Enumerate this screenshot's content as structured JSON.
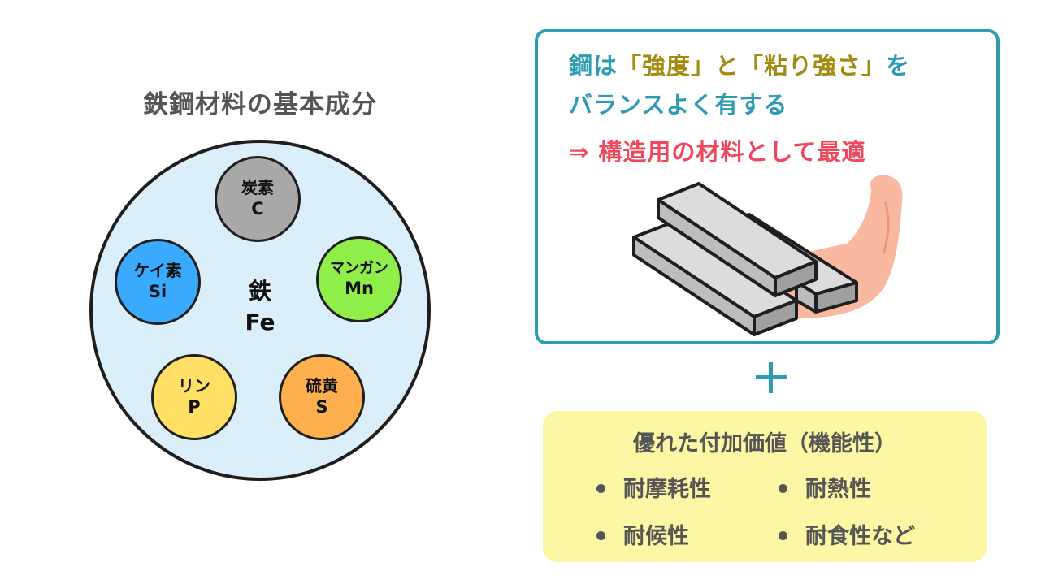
{
  "left": {
    "title": "鉄鋼材料の基本成分",
    "center": {
      "name": "鉄",
      "symbol": "Fe"
    },
    "elements": [
      {
        "name": "炭素",
        "symbol": "C",
        "color": "#a9a9a9"
      },
      {
        "name": "ケイ素",
        "symbol": "Si",
        "color": "#3aaaff"
      },
      {
        "name": "マンガン",
        "symbol": "Mn",
        "color": "#90ee4a"
      },
      {
        "name": "リン",
        "symbol": "P",
        "color": "#ffe064"
      },
      {
        "name": "硫黄",
        "symbol": "S",
        "color": "#ffb04e"
      }
    ]
  },
  "right_box": {
    "line1_prefix": "鋼は",
    "line1_hl": "「強度」と「粘り強さ」",
    "line1_suffix": "を",
    "line2": "バランスよく有する",
    "line3": "⇒ 構造用の材料として最適",
    "border_color": "#2d9bb2",
    "highlight_color": "#a38a10",
    "conclusion_color": "#f0485a"
  },
  "plus_symbol": "+",
  "function_box": {
    "title": "優れた付加価値（機能性）",
    "items": [
      "耐摩耗性",
      "耐熱性",
      "耐候性",
      "耐食性など"
    ],
    "background": "#fcf6a5"
  }
}
